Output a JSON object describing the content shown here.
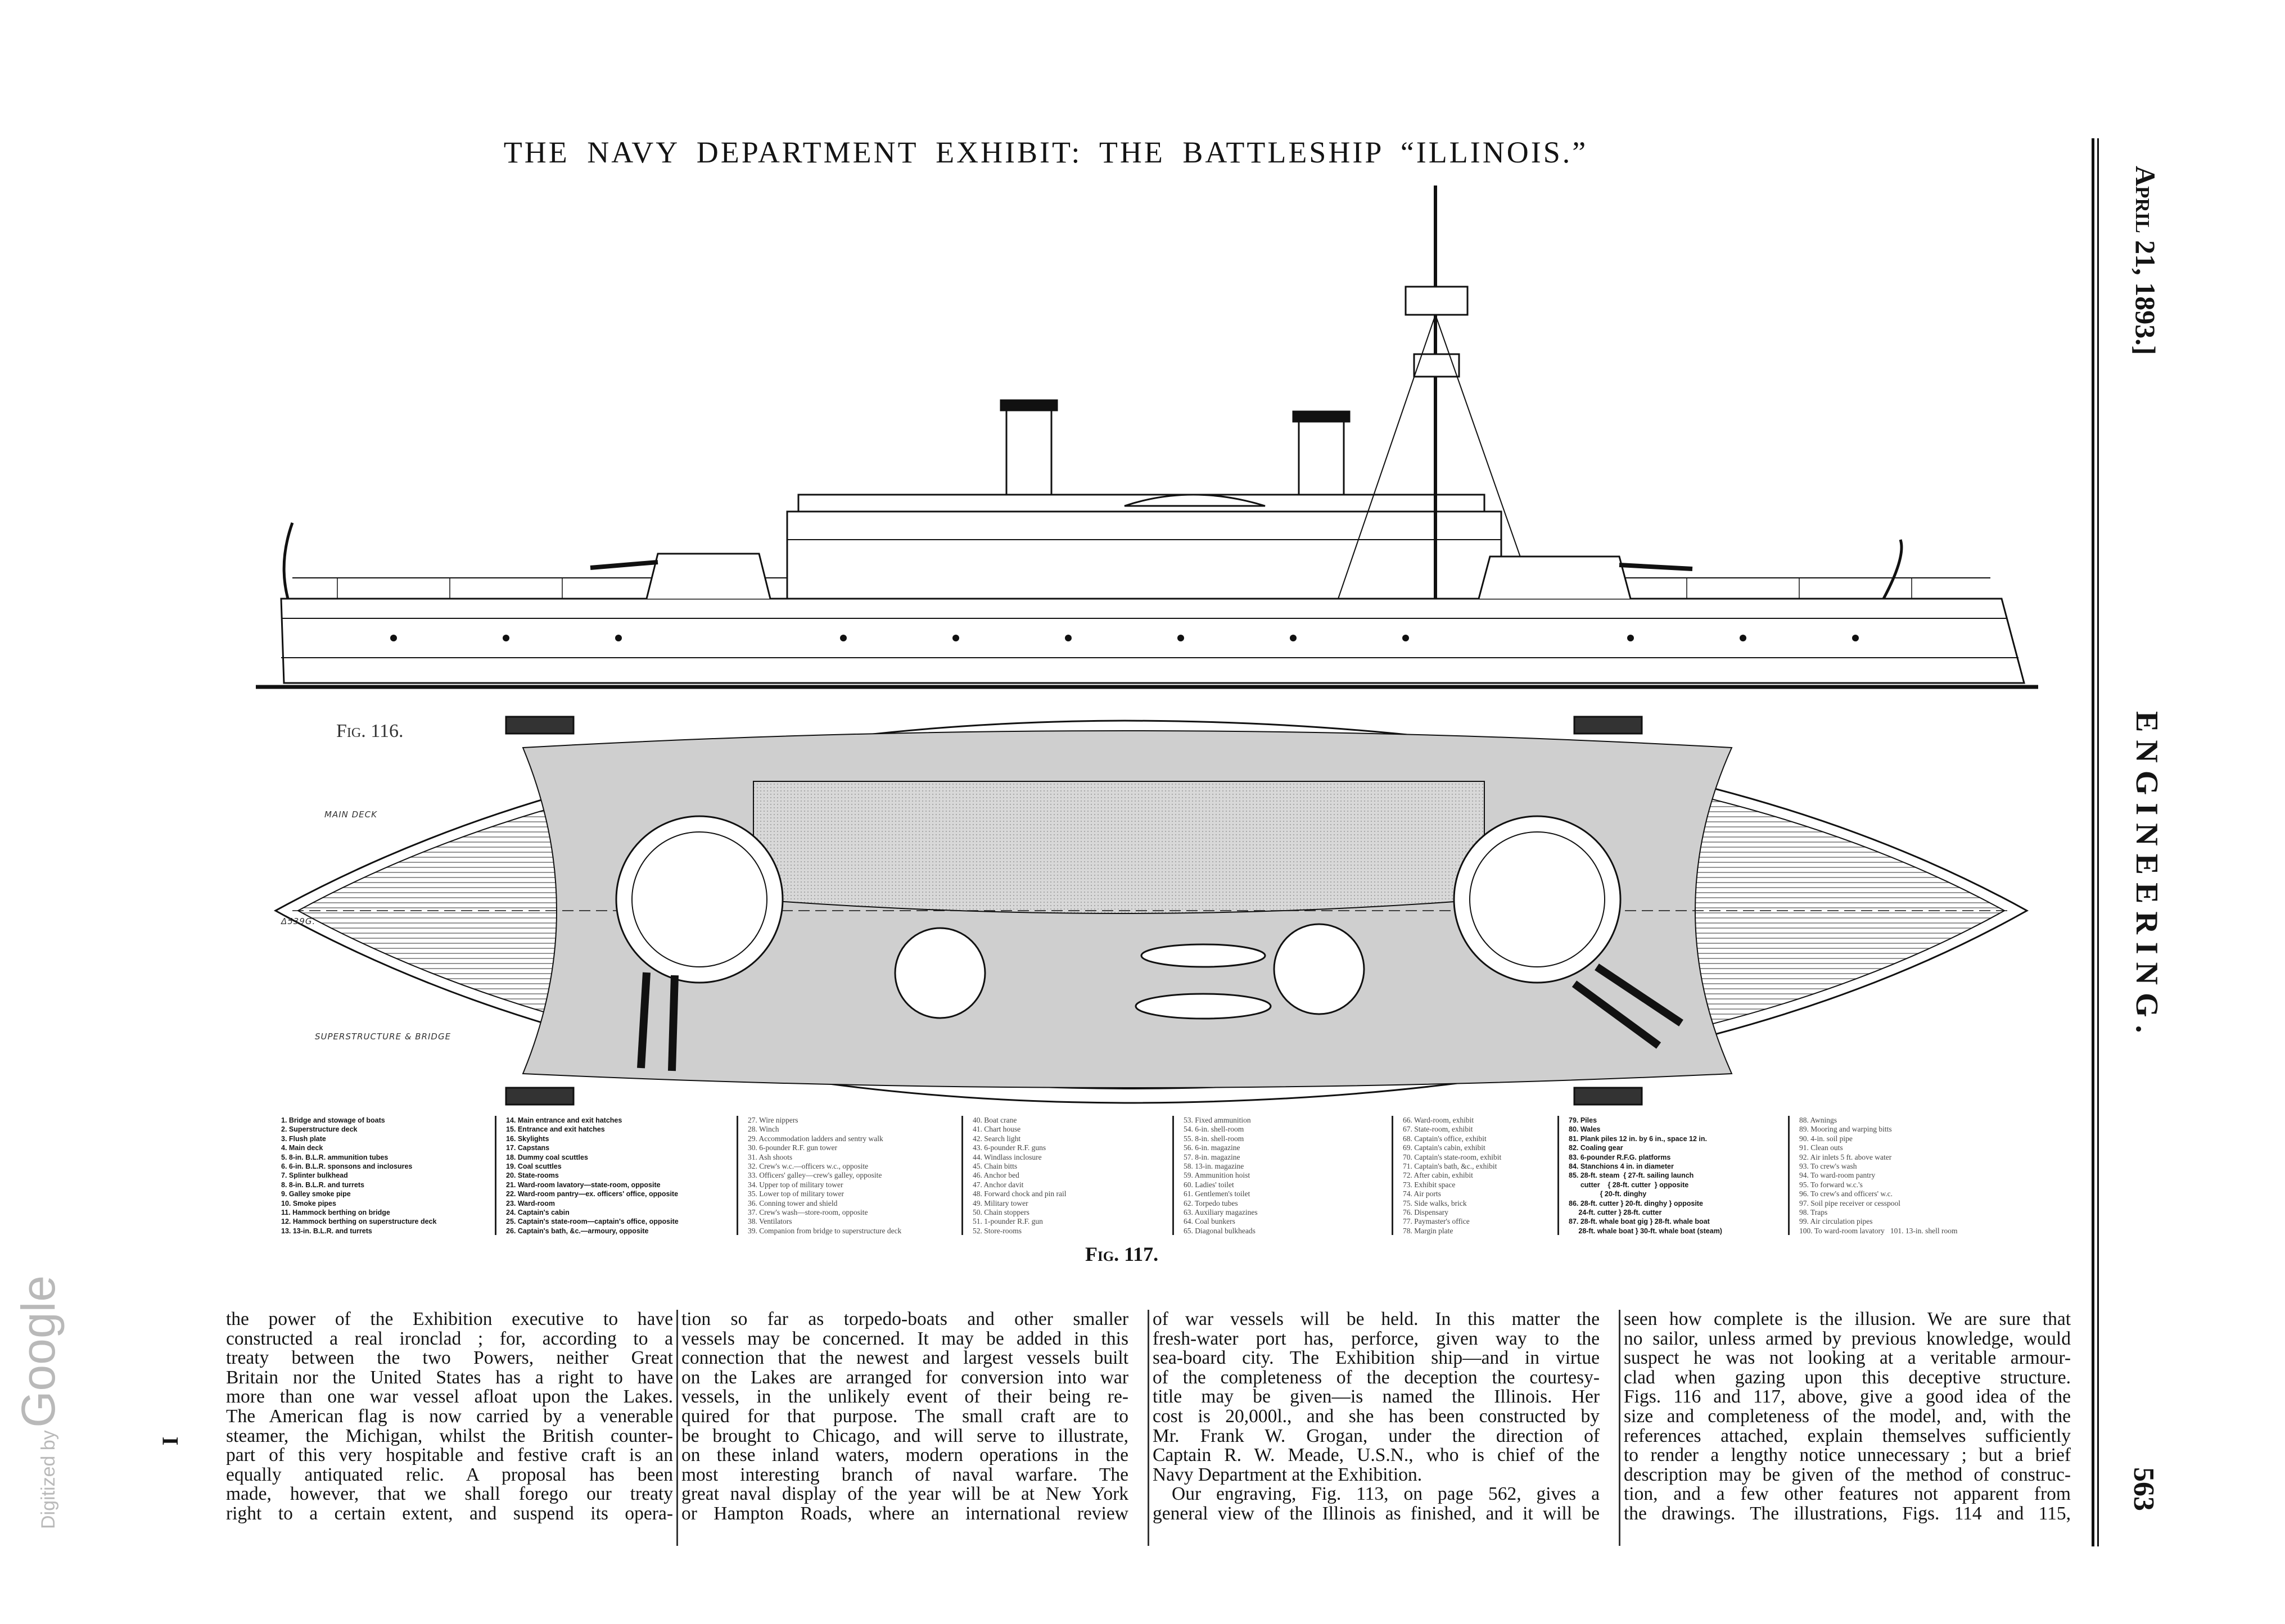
{
  "header": {
    "title": "THE NAVY DEPARTMENT EXHIBIT: THE BATTLESHIP “ILLINOIS.”",
    "date": "April 21, 1893.]",
    "journal": "ENGINEERING.",
    "page_number": "563"
  },
  "figures": {
    "fig116": "Fig. 116.",
    "fig117": "Fig. 117.",
    "plan_labels": {
      "main_deck": "MAIN DECK",
      "superstructure": "SUPERSTRUCTURE & BRIDGE",
      "engraver_mark": "Δ539G."
    }
  },
  "legend": {
    "columns": [
      {
        "style": "bold",
        "items": [
          "1. Bridge and stowage of boats",
          "2. Superstructure deck",
          "3. Flush plate",
          "4. Main deck",
          "5. 8-in. B.L.R. ammunition tubes",
          "6. 6-in. B.L.R. sponsons and inclosures",
          "7. Splinter bulkhead",
          "8. 8-in. B.L.R. and turrets",
          "9. Galley smoke pipe",
          "10. Smoke pipes",
          "11. Hammock berthing on bridge",
          "12. Hammock berthing on superstructure deck",
          "13. 13-in. B.L.R. and turrets"
        ]
      },
      {
        "style": "bold",
        "items": [
          "14. Main entrance and exit hatches",
          "15. Entrance and exit hatches",
          "16. Skylights",
          "17. Capstans",
          "18. Dummy coal scuttles",
          "19. Coal scuttles",
          "20. State-rooms",
          "21. Ward-room lavatory—state-room, opposite",
          "22. Ward-room pantry—ex. officers' office, opposite",
          "23. Ward-room",
          "24. Captain's cabin",
          "25. Captain's state-room—captain's office, opposite",
          "26. Captain's bath, &c.—armoury, opposite"
        ]
      },
      {
        "style": "light",
        "items": [
          "27. Wire nippers",
          "28. Winch",
          "29. Accommodation ladders and sentry walk",
          "30. 6-pounder R.F. gun tower",
          "31. Ash shoots",
          "32. Crew's w.c.—officers w.c., opposite",
          "33. Officers' galley—crew's galley, opposite",
          "34. Upper top of military tower",
          "35. Lower top of military tower",
          "36. Conning tower and shield",
          "37. Crew's wash—store-room, opposite",
          "38. Ventilators",
          "39. Companion from bridge to superstructure deck"
        ]
      },
      {
        "style": "light",
        "items": [
          "40. Boat crane",
          "41. Chart house",
          "42. Search light",
          "43. 6-pounder R.F. guns",
          "44. Windlass inclosure",
          "45. Chain bitts",
          "46. Anchor bed",
          "47. Anchor davit",
          "48. Forward chock and pin rail",
          "49. Military tower",
          "50. Chain stoppers",
          "51. 1-pounder R.F. gun",
          "52. Store-rooms"
        ]
      },
      {
        "style": "light",
        "items": [
          "53. Fixed ammunition",
          "54. 6-in. shell-room",
          "55. 8-in. shell-room",
          "56. 6-in. magazine",
          "57. 8-in. magazine",
          "58. 13-in. magazine",
          "59. Ammunition hoist",
          "60. Ladies' toilet",
          "61. Gentlemen's toilet",
          "62. Torpedo tubes",
          "63. Auxiliary magazines",
          "64. Coal bunkers",
          "65. Diagonal bulkheads"
        ]
      },
      {
        "style": "light",
        "items": [
          "66. Ward-room, exhibit",
          "67. State-room, exhibit",
          "68. Captain's office, exhibit",
          "69. Captain's cabin, exhibit",
          "70. Captain's state-room, exhibit",
          "71. Captain's bath, &c., exhibit",
          "72. After cabin, exhibit",
          "73. Exhibit space",
          "74. Air ports",
          "75. Side walks, brick",
          "76. Dispensary",
          "77. Paymaster's office",
          "78. Margin plate"
        ]
      },
      {
        "style": "bold",
        "items": [
          "79. Piles",
          "80. Wales",
          "81. Plank piles 12 in. by 6 in., space 12 in.",
          "82. Coaling gear",
          "83. 6-pounder R.F.G. platforms",
          "84. Stanchions 4 in. in diameter",
          "85. 28-ft. steam  { 27-ft. sailing launch",
          "      cutter    { 28-ft. cutter  } opposite",
          "                { 20-ft. dinghy",
          "86. 28-ft. cutter } 20-ft. dinghy } opposite",
          "     24-ft. cutter } 28-ft. cutter",
          "87. 28-ft. whale boat gig } 28-ft. whale boat",
          "     28-ft. whale boat } 30-ft. whale boat (steam)"
        ]
      },
      {
        "style": "light",
        "items": [
          "88. Awnings",
          "89. Mooring and warping bitts",
          "90. 4-in. soil pipe",
          "91. Clean outs",
          "92. Air inlets 5 ft. above water",
          "93. To crew's wash",
          "94. To ward-room pantry",
          "95. To forward w.c.'s",
          "96. To crew's and officers' w.c.",
          "97. Soil pipe receiver or cesspool",
          "98. Traps",
          "99. Air circulation pipes",
          "100. To ward-room lavatory   101. 13-in. shell room"
        ]
      }
    ]
  },
  "body": {
    "columns": [
      {
        "lines": [
          "the power of the Exhibition executive to have",
          "constructed a real ironclad ; for, according to a",
          "treaty between the two Powers, neither Great",
          "Britain nor the United States has a right to have",
          "more than one war vessel afloat upon the Lakes.",
          "The American flag is now carried by a venerable",
          "steamer, the Michigan, whilst the British counter-",
          "part of this very hospitable and festive craft is an",
          "equally antiquated relic. A proposal has been",
          "made, however, that we shall forego our treaty",
          "right to a certain extent, and suspend its opera-"
        ]
      },
      {
        "lines": [
          "tion so far as torpedo-boats and other smaller",
          "vessels may be concerned. It may be added in this",
          "connection that the newest and largest vessels built",
          "on the Lakes are arranged for conversion into war",
          "vessels, in the unlikely event of their being re-",
          "quired for that purpose. The small craft are to",
          "be brought to Chicago, and will serve to illustrate,",
          "on these inland waters, modern operations in the",
          "most interesting branch of naval warfare. The",
          "great naval display of the year will be at New York",
          "or Hampton Roads, where an international review"
        ]
      },
      {
        "lines": [
          "of war vessels will be held. In this matter the",
          "fresh-water port has, perforce, given way to the",
          "sea-board city. The Exhibition ship—and in virtue",
          "of the completeness of the deception the courtesy-",
          "title may be given—is named the Illinois. Her",
          "cost is 20,000l., and she has been constructed by",
          "Mr. Frank W. Grogan, under the direction of",
          "Captain R. W. Meade, U.S.N., who is chief of the",
          "Navy Department at the Exhibition.",
          "    Our engraving, Fig. 113, on page 562, gives a",
          "general view of the Illinois as finished, and it will be"
        ]
      },
      {
        "lines": [
          "seen how complete is the illusion. We are sure that",
          "no sailor, unless armed by previous knowledge, would",
          "suspect he was not looking at a veritable armour-",
          "clad when gazing upon this deceptive structure.",
          "Figs. 116 and 117, above, give a good idea of the",
          "size and completeness of the model, and, with the",
          "references attached, explain themselves sufficiently",
          "to render a lengthy notice unnecessary ; but a brief",
          "description may be given of the method of construc-",
          "tion, and a few other features not apparent from",
          "the drawings. The illustrations, Figs. 114 and 115,"
        ]
      }
    ]
  },
  "margin": {
    "watermark_prefix": "Digitized by",
    "watermark_brand": "Google",
    "signature_mark": "I"
  }
}
